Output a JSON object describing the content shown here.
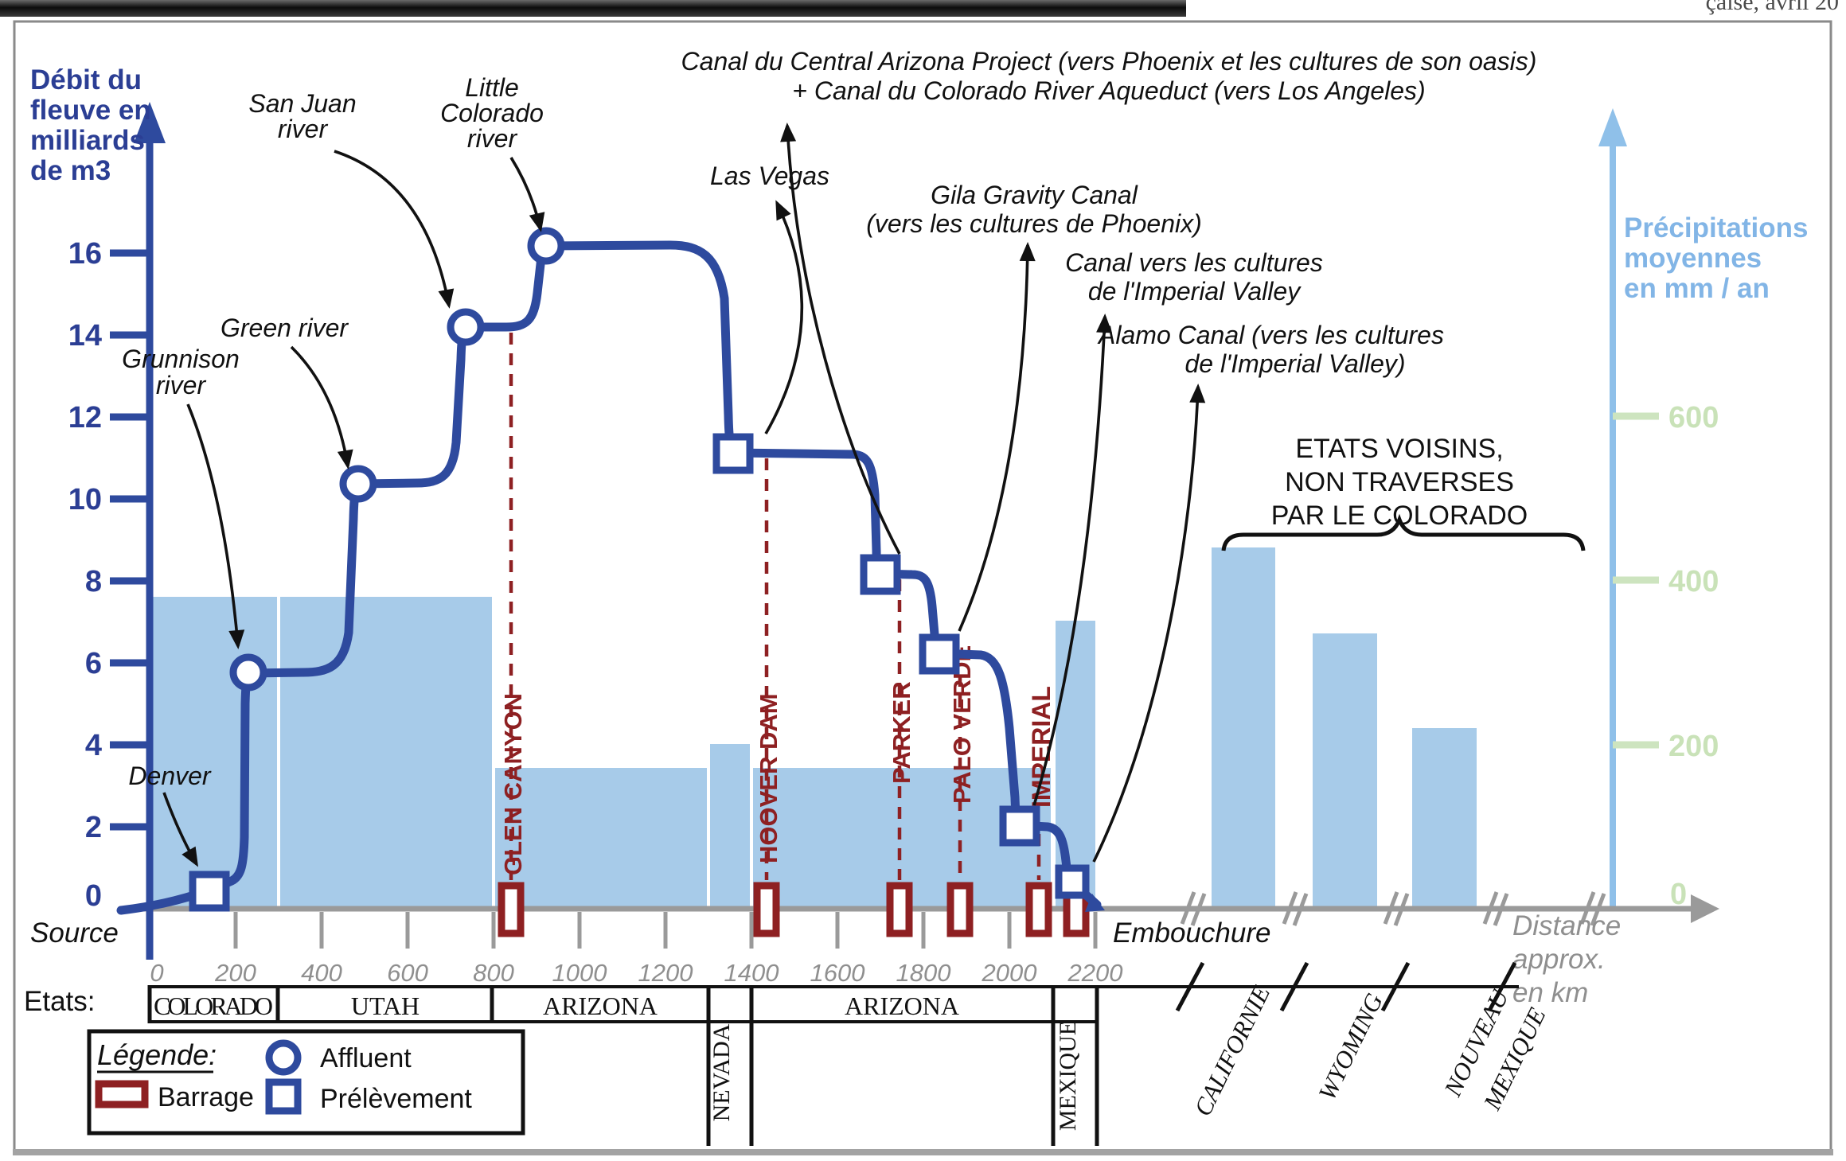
{
  "frame": {
    "top_right_text": "çaise, avril 20"
  },
  "flow_axis": {
    "title": [
      "Débit du",
      "fleuve en",
      "milliards",
      "de m3"
    ],
    "ticks": [
      "16",
      "14",
      "12",
      "10",
      "8",
      "6",
      "4",
      "2",
      "0"
    ]
  },
  "precip_axis": {
    "title": [
      "Précipitations",
      "moyennes",
      "en mm / an"
    ],
    "ticks": [
      "600",
      "400",
      "200",
      "0"
    ]
  },
  "distance_axis": {
    "ticks": [
      "0",
      "200",
      "400",
      "600",
      "800",
      "1000",
      "1200",
      "1400",
      "1600",
      "1800",
      "2000",
      "2200"
    ],
    "title": [
      "Distance",
      "approx.",
      "en km"
    ],
    "source": "Source",
    "mouth": "Embouchure"
  },
  "labels": {
    "denver": "Denver",
    "grunnison": [
      "Grunnison",
      "river"
    ],
    "green": "Green river",
    "san_juan": [
      "San Juan",
      "river"
    ],
    "little_colorado": [
      "Little",
      "Colorado",
      "river"
    ],
    "las_vegas": "Las Vegas",
    "cap": [
      "Canal du Central Arizona Project (vers Phoenix et les cultures de son oasis)",
      "+ Canal du Colorado River Aqueduct (vers Los Angeles)"
    ],
    "gila": [
      "Gila Gravity Canal",
      "(vers les cultures de Phoenix)"
    ],
    "imperial_valley_canal": [
      "Canal vers les cultures",
      "de l'Imperial Valley"
    ],
    "alamo": [
      "Alamo Canal (vers les cultures",
      "de l'Imperial Valley)"
    ]
  },
  "dams": {
    "glen_canyon": "GLEN CANYON",
    "hoover": "HOOVER DAM",
    "parker": "PARKER",
    "palo_verde": "PALO VERDE",
    "imperial": "IMPERIAL"
  },
  "states": {
    "caption": "Etats:",
    "row": [
      "COLORADO",
      "UTAH",
      "ARIZONA",
      "NEVADA",
      "ARIZONA",
      "MEXIQUE"
    ],
    "neighbors_heading": [
      "ETATS VOISINS,",
      "NON TRAVERSES",
      "PAR LE COLORADO"
    ],
    "neighbors": [
      "CALIFORNIE",
      "WYOMING",
      "NOUVEAU",
      "MEXIQUE"
    ]
  },
  "legend": {
    "title": "Légende:",
    "barrage": "Barrage",
    "affluent": "Affluent",
    "prelevement": "Prélèvement"
  },
  "colors": {
    "river_blue": "#2e4a9e",
    "bar_blue": "#a7cbe9",
    "precip_axis_blue": "#8fc0e9",
    "precip_title_blue": "#82b5e6",
    "green_tick": "#cde4bf",
    "dark_red": "#8e2022",
    "axis_gray": "#9a9a9a"
  },
  "chart_data": {
    "type": "line+bar",
    "x": {
      "label": "Distance approx. en km",
      "min": 0,
      "max": 2200,
      "tick_step": 200
    },
    "y_left": {
      "label": "Débit du fleuve en milliards de m3",
      "min": 0,
      "max": 16,
      "tick_step": 2
    },
    "y_right": {
      "label": "Précipitations moyennes en mm / an",
      "min": 0,
      "max": 600,
      "tick_step": 200
    },
    "flow_profile_km_flow": [
      [
        0,
        0
      ],
      [
        140,
        0.5
      ],
      [
        225,
        6
      ],
      [
        480,
        10.4
      ],
      [
        730,
        14.2
      ],
      [
        915,
        16.2
      ],
      [
        1345,
        16.2
      ],
      [
        1350,
        11.1
      ],
      [
        1690,
        8.2
      ],
      [
        1830,
        6.3
      ],
      [
        2020,
        2
      ],
      [
        2135,
        0.7
      ],
      [
        2200,
        0
      ]
    ],
    "events": [
      {
        "km": 140,
        "type": "prelevement",
        "name": "Denver",
        "flow_after": 0.5
      },
      {
        "km": 225,
        "type": "affluent",
        "name": "Grunnison river",
        "flow_after": 6
      },
      {
        "km": 480,
        "type": "affluent",
        "name": "Green river",
        "flow_after": 10.4
      },
      {
        "km": 730,
        "type": "affluent",
        "name": "San Juan river",
        "flow_after": 14.2
      },
      {
        "km": 840,
        "type": "barrage",
        "name": "Glen Canyon"
      },
      {
        "km": 915,
        "type": "affluent",
        "name": "Little Colorado river",
        "flow_after": 16.2
      },
      {
        "km": 1350,
        "type": "prelevement",
        "name": "Las Vegas",
        "flow_after": 11.1
      },
      {
        "km": 1435,
        "type": "barrage",
        "name": "Hoover Dam"
      },
      {
        "km": 1690,
        "type": "prelevement",
        "name": "Canal du Central Arizona Project + Canal du Colorado River Aqueduct",
        "flow_after": 8.2
      },
      {
        "km": 1745,
        "type": "barrage",
        "name": "Parker"
      },
      {
        "km": 1830,
        "type": "prelevement",
        "name": "Gila Gravity Canal",
        "flow_after": 6.3
      },
      {
        "km": 1885,
        "type": "barrage",
        "name": "Palo Verde"
      },
      {
        "km": 2020,
        "type": "prelevement",
        "name": "Canal vers les cultures de l'Imperial Valley",
        "flow_after": 2
      },
      {
        "km": 2070,
        "type": "barrage",
        "name": "Imperial"
      },
      {
        "km": 2135,
        "type": "prelevement",
        "name": "Alamo Canal",
        "flow_after": 0.7
      },
      {
        "km": 2155,
        "type": "barrage",
        "name": "barrage non nommé (Mexique)"
      },
      {
        "km": 2200,
        "type": "embouchure",
        "name": "Embouchure",
        "flow_after": 0
      }
    ],
    "precipitation_bars_mm": [
      {
        "region": "COLORADO",
        "from_km": 0,
        "to_km": 300,
        "mm": 380
      },
      {
        "region": "UTAH",
        "from_km": 300,
        "to_km": 800,
        "mm": 380
      },
      {
        "region": "ARIZONA",
        "from_km": 800,
        "to_km": 1300,
        "mm": 170
      },
      {
        "region": "NEVADA",
        "from_km": 1300,
        "to_km": 1400,
        "mm": 200
      },
      {
        "region": "ARIZONA",
        "from_km": 1400,
        "to_km": 2100,
        "mm": 170
      },
      {
        "region": "MEXIQUE",
        "from_km": 2100,
        "to_km": 2200,
        "mm": 350
      },
      {
        "region": "CALIFORNIE",
        "mm": 440
      },
      {
        "region": "WYOMING",
        "mm": 335
      },
      {
        "region": "NOUVEAU MEXIQUE",
        "mm": 220
      }
    ],
    "legend_position": "bottom-left",
    "grid": false
  }
}
